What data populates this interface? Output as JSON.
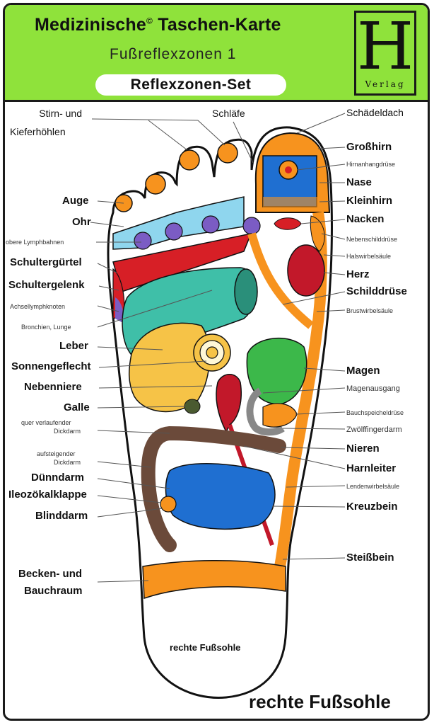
{
  "header": {
    "title": "Medizinische",
    "title_mark": "©",
    "title_rest": "Taschen-Karte",
    "subtitle": "Fußreflexzonen 1",
    "badge": "Reflexzonen-Set",
    "logo_letter": "H",
    "logo_sub": "Verlag"
  },
  "colors": {
    "header_green": "#8fe23b",
    "orange": "#f7931e",
    "blue": "#1f6fd1",
    "light_blue": "#8fd6ee",
    "teal": "#3fbfa8",
    "yellow": "#f6c347",
    "red": "#d71f26",
    "purple": "#7b5cc4",
    "brown": "#6b4a3a",
    "green": "#3cb84a"
  },
  "labels_left": {
    "stirn": "Stirn- und",
    "kiefer": "Kieferhöhlen",
    "auge": "Auge",
    "ohr": "Ohr",
    "lymph": "obere Lymphbahnen",
    "schultergurtel": "Schultergürtel",
    "schultergelenk": "Schultergelenk",
    "achsel": "Achsellymphknoten",
    "bronchien": "Bronchien, Lunge",
    "leber": "Leber",
    "sonnengeflecht": "Sonnengeflecht",
    "nebenniere": "Nebenniere",
    "galle": "Galle",
    "quer1": "quer verlaufender",
    "quer2": "Dickdarm",
    "auf1": "aufsteigender",
    "auf2": "Dickdarm",
    "dunndarm": "Dünndarm",
    "ileozokal": "Ileozökalklappe",
    "blinddarm": "Blinddarm",
    "becken1": "Becken- und",
    "becken2": "Bauchraum"
  },
  "labels_top": {
    "schlafe": "Schläfe"
  },
  "labels_right": {
    "schadeldach": "Schädeldach",
    "grosshirn": "Großhirn",
    "hirnanhang": "Hirnanhangdrüse",
    "nase": "Nase",
    "kleinhirn": "Kleinhirn",
    "nacken": "Nacken",
    "nebenschild": "Nebenschilddrüse",
    "halswirbel": "Halswirbelsäule",
    "herz": "Herz",
    "schilddruse": "Schilddrüse",
    "brustwirbel": "Brustwirbelsäule",
    "magen": "Magen",
    "magenausgang": "Magenausgang",
    "bauchspeichel": "Bauchspeicheldrüse",
    "zwolf": "Zwölffingerdarm",
    "nieren": "Nieren",
    "harnleiter": "Harnleiter",
    "lenden": "Lendenwirbelsäule",
    "kreuzbein": "Kreuzbein",
    "steiss": "Steißbein"
  },
  "foot_caption": "rechte Fußsohle",
  "bottom_title": "rechte Fußsohle"
}
